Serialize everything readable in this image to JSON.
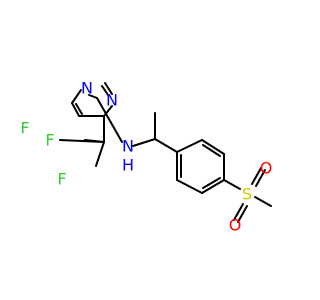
{
  "molecule": {
    "atoms": {
      "n_ring_top": {
        "label": "N",
        "color": "#0000ff"
      },
      "n_ring_lower": {
        "label": "N",
        "color": "#0000ff"
      },
      "n_amine": {
        "label": "N",
        "color": "#0000ff"
      },
      "h_amine": {
        "label": "H",
        "color": "#0000ff"
      },
      "f_top": {
        "label": "F",
        "color": "#33cc33"
      },
      "f_left": {
        "label": "F",
        "color": "#33cc33"
      },
      "f_bottom": {
        "label": "F",
        "color": "#33cc33"
      },
      "sulfur": {
        "label": "S",
        "color": "#cccc00"
      },
      "o_top": {
        "label": "O",
        "color": "#ff0000"
      },
      "o_bottom": {
        "label": "O",
        "color": "#ff0000"
      }
    }
  }
}
